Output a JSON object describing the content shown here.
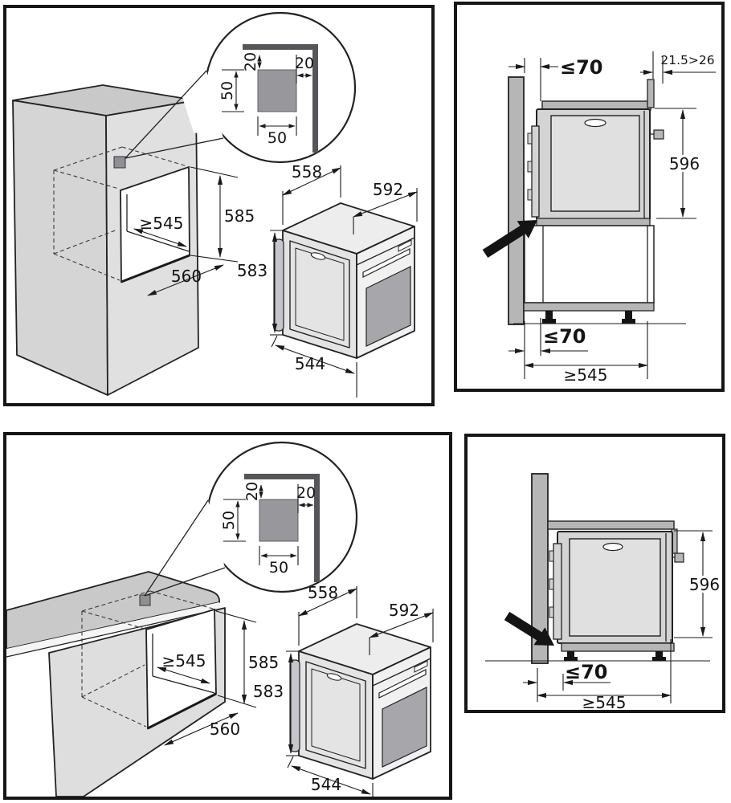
{
  "colors": {
    "panel_border": "#161616",
    "outline": "#222222",
    "cabinet_side": "#d5d5d5",
    "cabinet_front": "#e0e0e0",
    "cabinet_top": "#c9c9c9",
    "vent_gray": "#8f8f94",
    "bracket_gray": "#56565a",
    "callout_square_gray": "#98989c",
    "furniture_gray": "#b6b6b6",
    "sideview_oven_gray": "#d4d4d4",
    "door_glass_gray": "#a7a7ab",
    "feet_black": "#141414"
  },
  "callout": {
    "top_clearance": "20",
    "side_clearance": "20",
    "vent_height": "50",
    "vent_width": "50"
  },
  "niche": {
    "depth_min": "≥545",
    "height": "585",
    "width": "560"
  },
  "oven": {
    "top_depth": "558",
    "top_width": "592",
    "height": "583",
    "bottom_width": "544"
  },
  "column_side_view": {
    "front_gap_top": "≤70",
    "rear_gap": "21.5>26",
    "oven_height": "596",
    "front_gap_bottom": "≤70",
    "niche_depth": "≥545"
  },
  "worktop_side_view": {
    "oven_height": "596",
    "front_gap_bottom": "≤70",
    "niche_depth": "≥545"
  }
}
